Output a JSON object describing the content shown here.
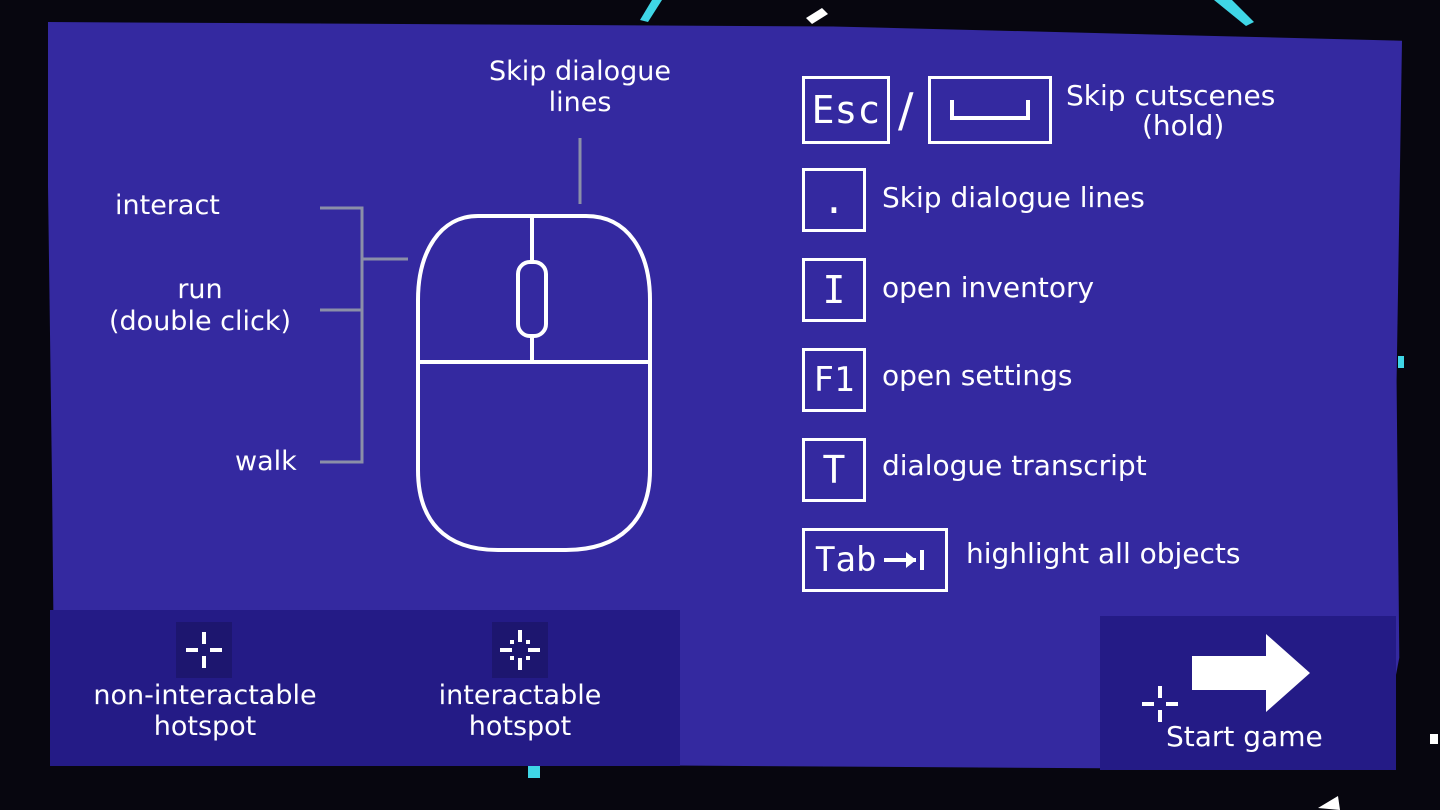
{
  "colors": {
    "background": "#07060f",
    "panel": "#3429a0",
    "footer_panel": "#241b86",
    "line_gray": "#8b8fa8",
    "white": "#ffffff",
    "spark_cyan": "#3fd6e6"
  },
  "mouse": {
    "top_label": "Skip dialogue lines",
    "interact_label": "interact",
    "run_label": "run",
    "run_sublabel": "(double click)",
    "walk_label": "walk"
  },
  "keys": [
    {
      "key": "Esc",
      "label": "Skip cutscenes",
      "sublabel": "(hold)",
      "alt_key_icon": "spacebar-icon",
      "separator": "/"
    },
    {
      "key": ".",
      "label": "Skip dialogue lines"
    },
    {
      "key": "I",
      "label": "open inventory"
    },
    {
      "key": "F1",
      "label": "open settings"
    },
    {
      "key": "T",
      "label": "dialogue transcript"
    },
    {
      "key": "Tab",
      "key_icon": "tab-arrow-icon",
      "label": "highlight all objects"
    }
  ],
  "hotspots": {
    "non_interactable": "non-interactable hotspot",
    "interactable": "interactable hotspot"
  },
  "start": {
    "label": "Start game",
    "icon": "right-arrow-icon"
  }
}
